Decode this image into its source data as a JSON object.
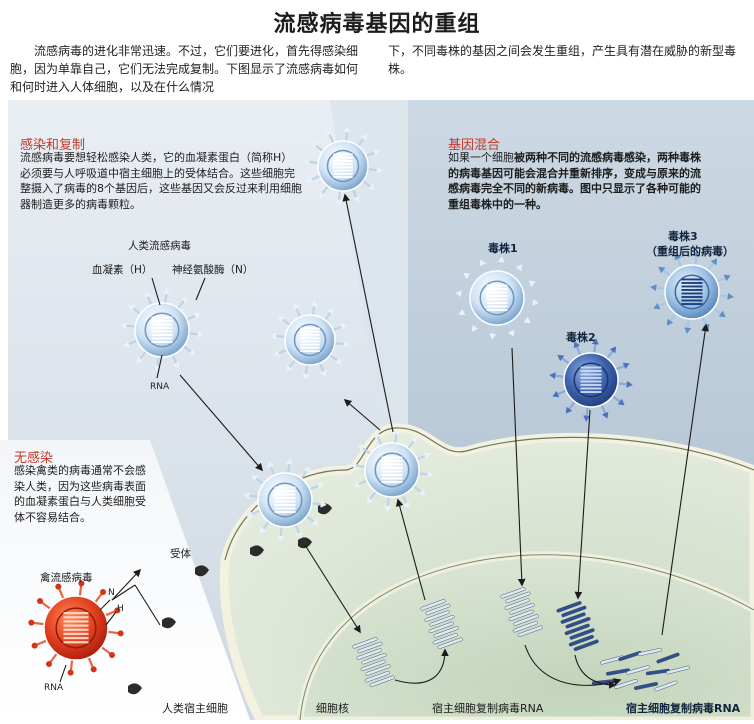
{
  "title": "流感病毒基因的重组",
  "intro": {
    "left": "流感病毒的进化非常迅速。不过，它们要进化，首先得感染细胞，因为单靠自己，它们无法完成复制。下图显示了流感病毒如何和何时进入人体细胞，以及在什么情况",
    "right": "下，不同毒株的基因之间会发生重组，产生具有潜在威胁的新型毒株。"
  },
  "sections": {
    "infection": {
      "title": "感染和复制",
      "body": "流感病毒要想轻松感染人类，它的血凝素蛋白（简称H）必须要与人呼吸道中宿主细胞上的受体结合。这些细胞完整摄入了病毒的8个基因后，这些基因又会反过来利用细胞器制造更多的病毒颗粒。"
    },
    "mixing": {
      "title": "基因混合",
      "body_normal": "如果一个细胞",
      "body_bold": "被两种不同的流感病毒感染，两种毒株的病毒基因可能会混合并重新排序，变成与原来的流感病毒完全不同的新病毒。图中只显示了各种可能的重组毒株中的一种。"
    },
    "no_infection": {
      "title": "无感染",
      "body": "感染禽类的病毒通常不会感染人类，因为这些病毒表面的血凝素蛋白与人类细胞受体不容易结合。"
    }
  },
  "labels": {
    "human_virus": "人类流感病毒",
    "hemagglutinin": "血凝素（H）",
    "neuraminidase": "神经氨酸酶（N）",
    "rna_human": "RNA",
    "receptor": "受体",
    "avian_virus": "禽流感病毒",
    "avian_n": "N",
    "avian_h": "H",
    "rna_avian": "RNA",
    "strain1": "毒株1",
    "strain2": "毒株2",
    "strain3": "毒株3",
    "strain3_note": "（重组后的病毒）",
    "host_cell": "人类宿主细胞",
    "nucleus": "细胞核",
    "host_rna": "宿主细胞复制病毒RNA",
    "host_rna_2": "宿主细胞复制病毒RNA"
  },
  "colors": {
    "title_red": "#c0392b",
    "human_virus_blue": "#9fc4e6",
    "strain2_blue": "#3a5fa8",
    "avian_red": "#e2401f",
    "cell_shade": "#d6e3cf",
    "nucleus_shade": "#cbd9c4"
  }
}
